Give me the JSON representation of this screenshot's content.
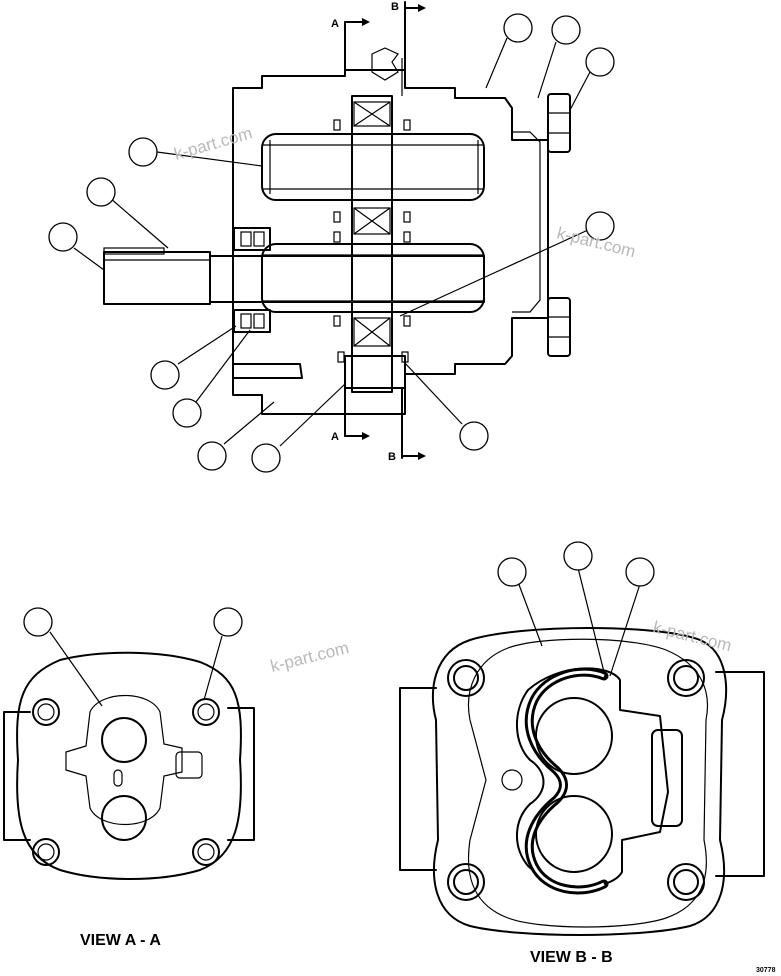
{
  "section_marks": {
    "a_top": "A",
    "b_top": "B",
    "a_bottom": "A",
    "b_bottom": "B"
  },
  "views": {
    "view_a": "VIEW A - A",
    "view_b": "VIEW B - B"
  },
  "figure_id": "30778",
  "watermark": "k-part.com"
}
